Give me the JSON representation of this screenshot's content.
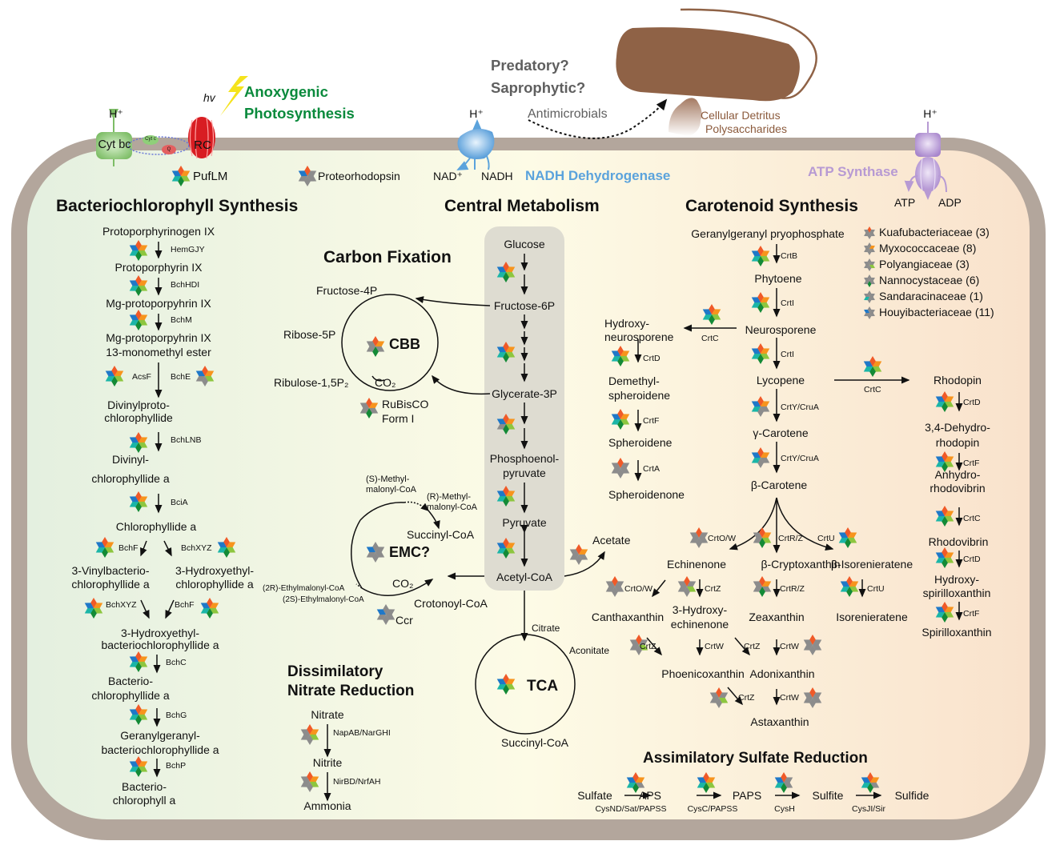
{
  "colors": {
    "families": [
      "#f05a28",
      "#f7941d",
      "#8dc63f",
      "#138a36",
      "#1bb5a7",
      "#1f78c8"
    ],
    "absent": "#8c8c8c",
    "membrane": "#b3a69c",
    "anoxygenic": "#0a8a3c",
    "nadh": "#5ba3dc",
    "atp": "#b79ad3",
    "detritus": "#8b5a3c",
    "predatory": "#5f5f5f"
  },
  "legend": [
    {
      "label": "Kuafubacteriaceae (3)"
    },
    {
      "label": "Myxococcaceae (8)"
    },
    {
      "label": "Polyangiaceae (3)"
    },
    {
      "label": "Nannocystaceae (6)"
    },
    {
      "label": "Sandaracinaceae (1)"
    },
    {
      "label": "Houyibacteriaceae (11)"
    }
  ],
  "membrane": {
    "h_plus": "H⁺",
    "cyt_bc": "Cyt bc",
    "cyt_c": "Cyt c",
    "q": "Q",
    "rc": "RC",
    "hv": "hv",
    "anoxygenic_line1": "Anoxygenic",
    "anoxygenic_line2": "Photosynthesis",
    "pufLM": "PufLM",
    "proteorhodopsin": "Proteorhodopsin",
    "nad_plus": "NAD⁺",
    "nadh": "NADH",
    "nadh_dehydrogenase": "NADH Dehydrogenase",
    "atp_synthase": "ATP Synthase",
    "atp": "ATP",
    "adp": "ADP"
  },
  "lifestyle": {
    "predatory": "Predatory?",
    "saprophytic": "Saprophytic?",
    "antimicrobials": "Antimicrobials",
    "detritus1": "Cellular Detritus",
    "detritus2": "Polysaccharides"
  },
  "bchl": {
    "title": "Bacteriochlorophyll Synthesis",
    "compounds": [
      "Protoporphyrinogen IX",
      "Protoporphyrin IX",
      "Mg-protoporpyhrin IX",
      "Mg-protoporpyhrin IX",
      "13-monomethyl ester",
      "Divinylproto-",
      "chlorophyllide",
      "Divinyl-",
      "chlorophyllide a",
      "Chlorophyllide a",
      "3-Vinylbacterio-",
      "chlorophyllide a",
      "3-Hydroxyethyl-",
      "chlorophyllide a",
      "3-Hydroxyethyl-",
      "bacteriochlorophyllide a",
      "Bacterio-",
      "chlorophyllide a",
      "Geranylgeranyl-",
      "bacteriochlorophyllide a",
      "Bacterio-",
      "chlorophyll a"
    ],
    "enzymes": [
      "HemGJY",
      "BchHDI",
      "BchM",
      "AcsF",
      "BchE",
      "BchLNB",
      "BciA",
      "BchF",
      "BchXYZ",
      "BchXYZ",
      "BchF",
      "BchC",
      "BchG",
      "BchP"
    ]
  },
  "central": {
    "title": "Central Metabolism",
    "compounds": [
      "Glucose",
      "Fructose-6P",
      "Glycerate-3P",
      "Phosphoenol-",
      "pyruvate",
      "Pyruvate",
      "Acetyl-CoA",
      "Acetate",
      "Citrate",
      "Aconitate",
      "Succinyl-CoA"
    ],
    "tca": "TCA"
  },
  "carbon_fixation": {
    "title": "Carbon Fixation",
    "cbb": "CBB",
    "compounds": [
      "Fructose-4P",
      "Ribose-5P",
      "Ribulose-1,5P₂",
      "CO₂"
    ],
    "rubisco1": "RuBisCO",
    "rubisco2": "Form I"
  },
  "emc": {
    "label": "EMC?",
    "compounds": [
      "(S)-Methyl-",
      "malonyl-CoA",
      "(R)-Methyl-",
      "malonyl-CoA",
      "Succinyl-CoA",
      "(2R)-Ethylmalonyl-CoA",
      "(2S)-Ethylmalonyl-CoA",
      "CO₂",
      "Crotonoyl-CoA"
    ],
    "ccr": "Ccr"
  },
  "nitrate": {
    "title1": "Dissimilatory",
    "title2": "Nitrate Reduction",
    "compounds": [
      "Nitrate",
      "Nitrite",
      "Ammonia"
    ],
    "enzymes": [
      "NapAB/NarGHI",
      "NirBD/NrfAH"
    ]
  },
  "carotenoid": {
    "title": "Carotenoid Synthesis",
    "compounds": [
      "Geranylgeranyl pryophosphate",
      "Phytoene",
      "Neurosporene",
      "Lycopene",
      "γ-Carotene",
      "β-Carotene",
      "Hydroxy-",
      "neurosporene",
      "Demethyl-",
      "spheroidene",
      "Spheroidene",
      "Spheroidenone",
      "Echinenone",
      "β-Cryptoxanthin",
      "β-Isorenieratene",
      "Canthaxanthin",
      "3-Hydroxy-",
      "echinenone",
      "Zeaxanthin",
      "Isorenieratene",
      "Phoenicoxanthin",
      "Adonixanthin",
      "Astaxanthin",
      "Rhodopin",
      "3,4-Dehydro-",
      "rhodopin",
      "Anhydro-",
      "rhodovibrin",
      "Rhodovibrin",
      "Hydroxy-",
      "spirilloxanthin",
      "Spirilloxanthin"
    ],
    "enzymes": [
      "CrtB",
      "CrtI",
      "CrtI",
      "CrtY/CruA",
      "CrtY/CruA",
      "CrtC",
      "CrtD",
      "CrtF",
      "CrtA",
      "CrtO/W",
      "CrtR/Z",
      "CrtU",
      "CrtO/W",
      "CrtZ",
      "CrtR/Z",
      "CrtU",
      "CrtZ",
      "CrtW",
      "CrtZ",
      "CrtW",
      "CrtZ",
      "CrtW",
      "CrtC",
      "CrtD",
      "CrtF",
      "CrtC",
      "CrtD",
      "CrtF"
    ]
  },
  "sulfate": {
    "title": "Assimilatory Sulfate Reduction",
    "compounds": [
      "Sulfate",
      "APS",
      "PAPS",
      "Sulfite",
      "Sulfide"
    ],
    "enzymes": [
      "CysND/Sat/PAPSS",
      "CysC/PAPSS",
      "CysH",
      "CysJI/Sir"
    ]
  },
  "icons": [
    {
      "name": "pufLM",
      "p": [
        1,
        1,
        1,
        1,
        1,
        1
      ]
    },
    {
      "name": "proteorhodopsin",
      "p": [
        1,
        0,
        0,
        0,
        0,
        1
      ]
    },
    {
      "name": "hemGJY",
      "p": [
        1,
        1,
        1,
        1,
        1,
        1
      ]
    },
    {
      "name": "bchHDI",
      "p": [
        1,
        1,
        1,
        1,
        1,
        1
      ]
    },
    {
      "name": "bchM",
      "p": [
        1,
        1,
        1,
        1,
        1,
        1
      ]
    },
    {
      "name": "acsF",
      "p": [
        1,
        1,
        1,
        1,
        1,
        1
      ]
    },
    {
      "name": "bchE",
      "p": [
        1,
        1,
        1,
        0,
        0,
        1
      ]
    },
    {
      "name": "bchLNB",
      "p": [
        1,
        1,
        1,
        1,
        1,
        1
      ]
    },
    {
      "name": "bciA",
      "p": [
        1,
        1,
        1,
        1,
        1,
        1
      ]
    },
    {
      "name": "bchF-1",
      "p": [
        1,
        1,
        1,
        1,
        1,
        1
      ]
    },
    {
      "name": "bchXYZ-1",
      "p": [
        1,
        1,
        1,
        1,
        1,
        1
      ]
    },
    {
      "name": "bchXYZ-2",
      "p": [
        1,
        1,
        1,
        1,
        1,
        1
      ]
    },
    {
      "name": "bchF-2",
      "p": [
        1,
        1,
        1,
        1,
        1,
        1
      ]
    },
    {
      "name": "bchC",
      "p": [
        1,
        1,
        1,
        1,
        1,
        1
      ]
    },
    {
      "name": "bchG",
      "p": [
        1,
        1,
        1,
        1,
        1,
        1
      ]
    },
    {
      "name": "bchP",
      "p": [
        1,
        1,
        1,
        1,
        1,
        1
      ]
    },
    {
      "name": "glycolysis-1",
      "p": [
        1,
        1,
        1,
        1,
        1,
        1
      ]
    },
    {
      "name": "glycolysis-2",
      "p": [
        1,
        1,
        1,
        1,
        1,
        1
      ]
    },
    {
      "name": "glycolysis-3",
      "p": [
        1,
        1,
        1,
        1,
        0,
        1
      ]
    },
    {
      "name": "pyk",
      "p": [
        1,
        1,
        1,
        1,
        1,
        1
      ]
    },
    {
      "name": "pdh",
      "p": [
        1,
        1,
        1,
        1,
        1,
        1
      ]
    },
    {
      "name": "acetate",
      "p": [
        1,
        1,
        0,
        0,
        0,
        0
      ]
    },
    {
      "name": "cbb",
      "p": [
        1,
        1,
        0,
        1,
        0,
        0
      ]
    },
    {
      "name": "rubisco",
      "p": [
        1,
        1,
        0,
        1,
        0,
        0
      ]
    },
    {
      "name": "emc",
      "p": [
        0,
        0,
        0,
        0,
        0,
        1
      ]
    },
    {
      "name": "ccr",
      "p": [
        0,
        0,
        0,
        0,
        0,
        1
      ]
    },
    {
      "name": "tca",
      "p": [
        1,
        1,
        1,
        1,
        1,
        1
      ]
    },
    {
      "name": "napAB",
      "p": [
        1,
        1,
        1,
        0,
        0,
        0
      ]
    },
    {
      "name": "nirBD",
      "p": [
        1,
        1,
        1,
        0,
        0,
        0
      ]
    },
    {
      "name": "crtB",
      "p": [
        1,
        1,
        1,
        1,
        1,
        1
      ]
    },
    {
      "name": "crtI-1",
      "p": [
        1,
        1,
        1,
        1,
        1,
        1
      ]
    },
    {
      "name": "crtC-1",
      "p": [
        1,
        1,
        1,
        1,
        1,
        1
      ]
    },
    {
      "name": "crtI-2",
      "p": [
        1,
        1,
        1,
        1,
        1,
        1
      ]
    },
    {
      "name": "crtD-1",
      "p": [
        1,
        1,
        1,
        1,
        1,
        1
      ]
    },
    {
      "name": "crtY-1",
      "p": [
        1,
        1,
        0,
        0,
        1,
        1
      ]
    },
    {
      "name": "crtF-1",
      "p": [
        1,
        1,
        1,
        1,
        1,
        1
      ]
    },
    {
      "name": "crtY-2",
      "p": [
        1,
        1,
        0,
        0,
        1,
        1
      ]
    },
    {
      "name": "crtA",
      "p": [
        1,
        0,
        0,
        0,
        0,
        0
      ]
    },
    {
      "name": "crtC-2",
      "p": [
        1,
        1,
        1,
        1,
        1,
        1
      ]
    },
    {
      "name": "crtO-1",
      "p": [
        1,
        0,
        0,
        0,
        0,
        0
      ]
    },
    {
      "name": "crtR-1",
      "p": [
        1,
        1,
        1,
        1,
        0,
        0
      ]
    },
    {
      "name": "crtU-1",
      "p": [
        1,
        1,
        1,
        1,
        1,
        1
      ]
    },
    {
      "name": "crtO-2",
      "p": [
        1,
        0,
        0,
        0,
        0,
        0
      ]
    },
    {
      "name": "crtZ-1",
      "p": [
        1,
        0,
        1,
        0,
        0,
        0
      ]
    },
    {
      "name": "crtR-2",
      "p": [
        1,
        1,
        0,
        1,
        0,
        0
      ]
    },
    {
      "name": "crtU-2",
      "p": [
        1,
        1,
        1,
        1,
        1,
        1
      ]
    },
    {
      "name": "crtZ-2",
      "p": [
        1,
        0,
        1,
        0,
        0,
        0
      ]
    },
    {
      "name": "crtW-1",
      "p": [
        1,
        0,
        0,
        0,
        0,
        0
      ]
    },
    {
      "name": "crtZ-3",
      "p": [
        1,
        0,
        1,
        0,
        0,
        0
      ]
    },
    {
      "name": "crtW-2",
      "p": [
        1,
        0,
        0,
        0,
        0,
        0
      ]
    },
    {
      "name": "crtD-2",
      "p": [
        1,
        1,
        1,
        1,
        1,
        1
      ]
    },
    {
      "name": "crtF-2",
      "p": [
        1,
        1,
        1,
        1,
        1,
        1
      ]
    },
    {
      "name": "crtC-3",
      "p": [
        1,
        1,
        1,
        1,
        1,
        1
      ]
    },
    {
      "name": "crtD-3",
      "p": [
        1,
        1,
        1,
        1,
        1,
        1
      ]
    },
    {
      "name": "crtF-3",
      "p": [
        1,
        1,
        1,
        1,
        1,
        1
      ]
    },
    {
      "name": "cysND",
      "p": [
        1,
        1,
        0,
        1,
        1,
        1
      ]
    },
    {
      "name": "cysC",
      "p": [
        1,
        1,
        1,
        1,
        1,
        1
      ]
    },
    {
      "name": "cysH",
      "p": [
        1,
        0,
        0,
        1,
        1,
        1
      ]
    },
    {
      "name": "cysJI",
      "p": [
        1,
        1,
        0,
        1,
        1,
        1
      ]
    }
  ]
}
